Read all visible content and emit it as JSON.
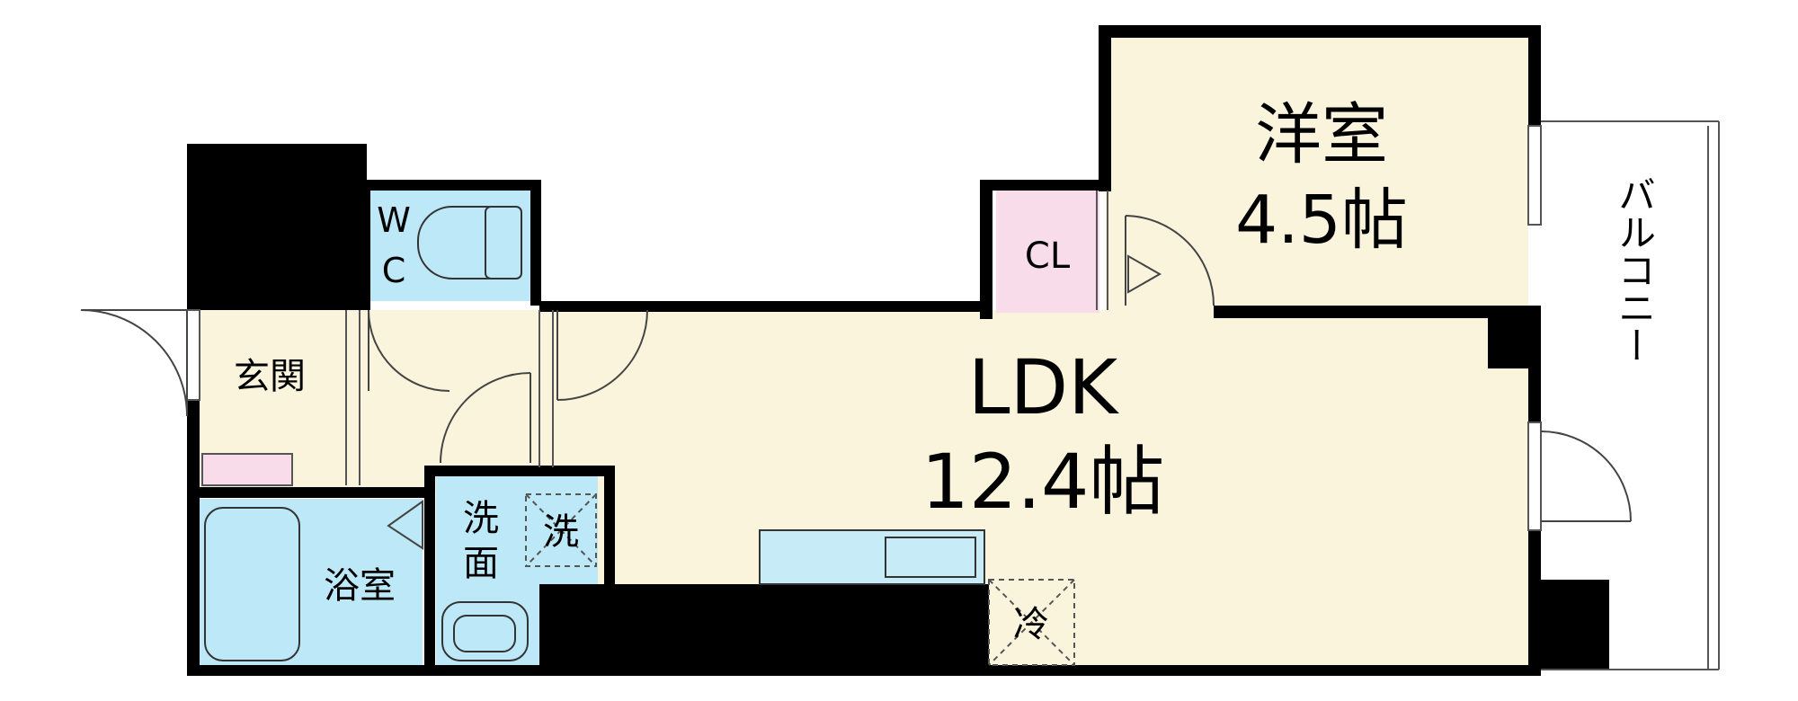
{
  "rooms": {
    "western": {
      "name": "洋室",
      "size": "4.5帖"
    },
    "closet": {
      "name": "CL"
    },
    "ldk": {
      "name": "LDK",
      "size": "12.4帖"
    },
    "wc": {
      "line1": "W",
      "line2": "C"
    },
    "entrance": {
      "name": "玄関"
    },
    "bath": {
      "name": "浴室"
    },
    "washroom": {
      "line1": "洗",
      "line2": "面"
    },
    "washer": {
      "name": "洗"
    },
    "fridge": {
      "name": "冷"
    },
    "balcony": {
      "name": "バルコニー"
    }
  },
  "colors": {
    "wall": "#000000",
    "western_floor": "#fbf4dc",
    "ldk_floor": "#fbf4dc",
    "closet_floor": "#f9dcea",
    "wet_area": "#bde8f7",
    "counter": "#c8ecf7"
  }
}
